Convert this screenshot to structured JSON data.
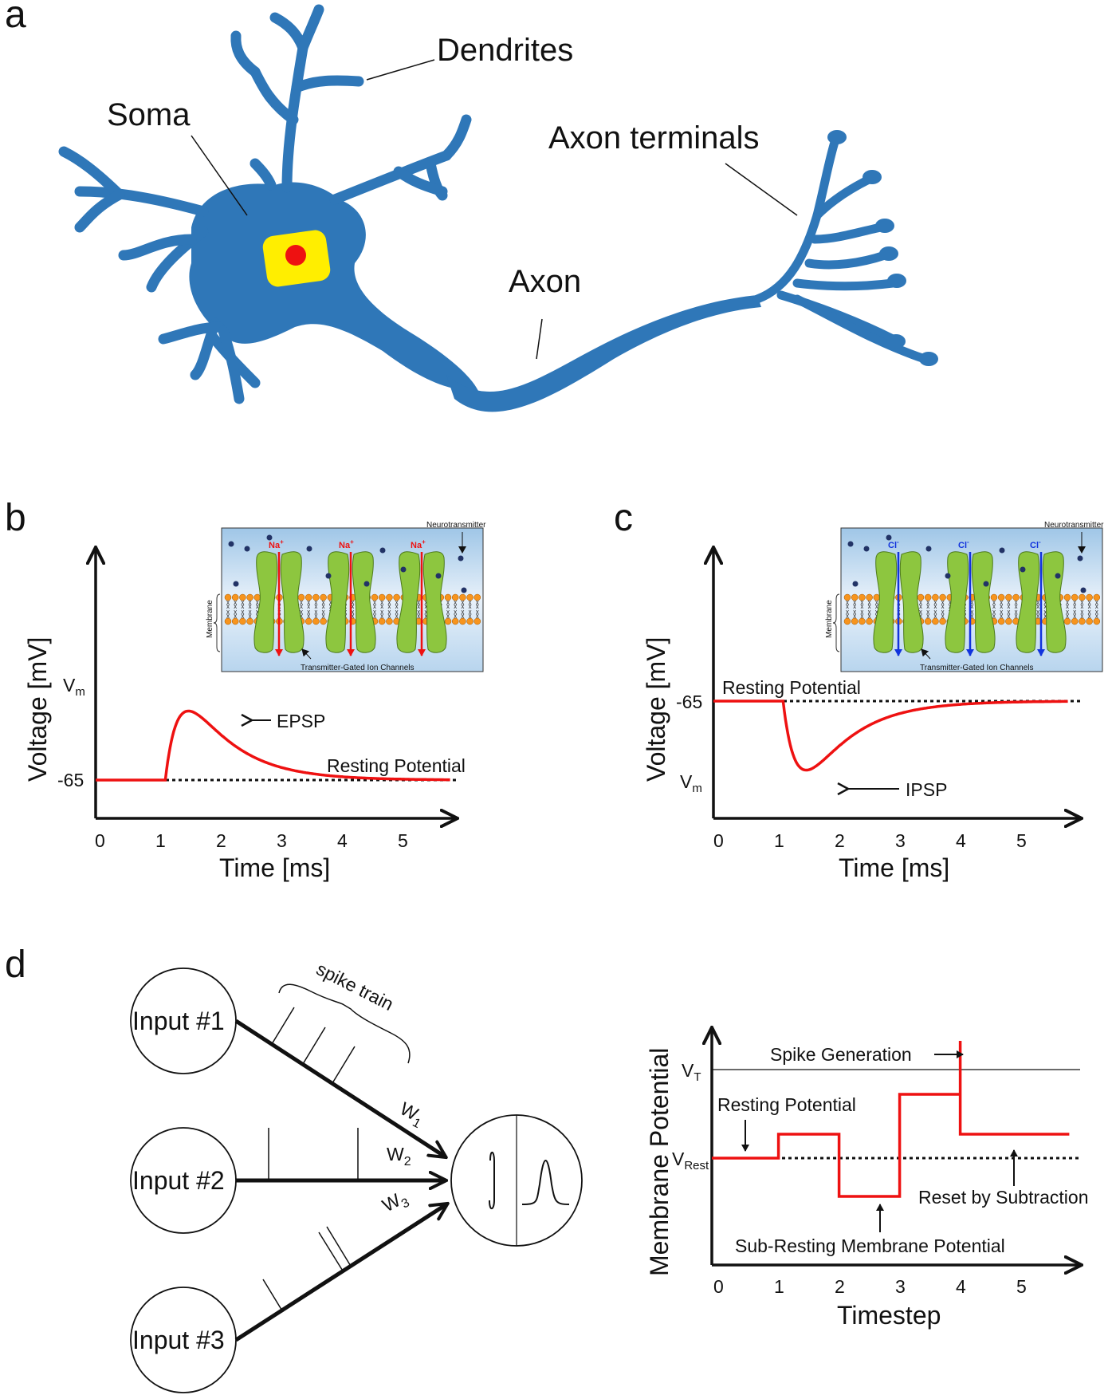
{
  "panels": [
    "a",
    "b",
    "c",
    "d"
  ],
  "a": {
    "labels": {
      "dendrites": "Dendrites",
      "soma": "Soma",
      "axon_terminals": "Axon terminals",
      "axon": "Axon"
    }
  },
  "b": {
    "inset": {
      "ion": "Na",
      "ion_charge": "+",
      "neurotransmitter": "Neurotransmitter",
      "membrane": "Membrane",
      "channels": "Transmitter-Gated Ion Channels"
    },
    "ylabel": "Voltage [mV]",
    "xlabel": "Time [ms]",
    "y_vm": "V",
    "y_vm_sub": "m",
    "y_rest": "-65",
    "annotation": "EPSP",
    "resting_label": "Resting Potential",
    "ticks": [
      "0",
      "1",
      "2",
      "3",
      "4",
      "5"
    ]
  },
  "c": {
    "inset": {
      "ion": "Cl",
      "ion_charge": "-",
      "neurotransmitter": "Neurotransmitter",
      "membrane": "Membrane",
      "channels": "Transmitter-Gated Ion Channels"
    },
    "ylabel": "Voltage [mV]",
    "xlabel": "Time [ms]",
    "y_vm": "V",
    "y_vm_sub": "m",
    "y_rest": "-65",
    "annotation": "IPSP",
    "resting_label": "Resting Potential",
    "ticks": [
      "0",
      "1",
      "2",
      "3",
      "4",
      "5"
    ]
  },
  "d": {
    "inputs": [
      "Input #1",
      "Input #2",
      "Input #3"
    ],
    "spike_train": "spike train",
    "weights": [
      "W",
      "W",
      "W"
    ],
    "weight_subs": [
      "1",
      "2",
      "3"
    ],
    "ylabel": "Membrane Potential",
    "xlabel": "Timestep",
    "vt": "V",
    "vt_sub": "T",
    "vrest": "V",
    "vrest_sub": "Rest",
    "spike_generation": "Spike Generation",
    "resting_potential": "Resting Potential",
    "reset": "Reset by Subtraction",
    "sub_resting": "Sub-Resting Membrane Potential",
    "ticks": [
      "0",
      "1",
      "2",
      "3",
      "4",
      "5"
    ]
  },
  "colors": {
    "neuron": "#2f77b8",
    "nucleus": "#ffee00",
    "nucleolus": "#ee1111",
    "trace": "#ee1111",
    "na_arrow": "#ee1111",
    "cl_arrow": "#1133dd",
    "channel": "#8dc63f",
    "lipid": "#f7941d"
  }
}
